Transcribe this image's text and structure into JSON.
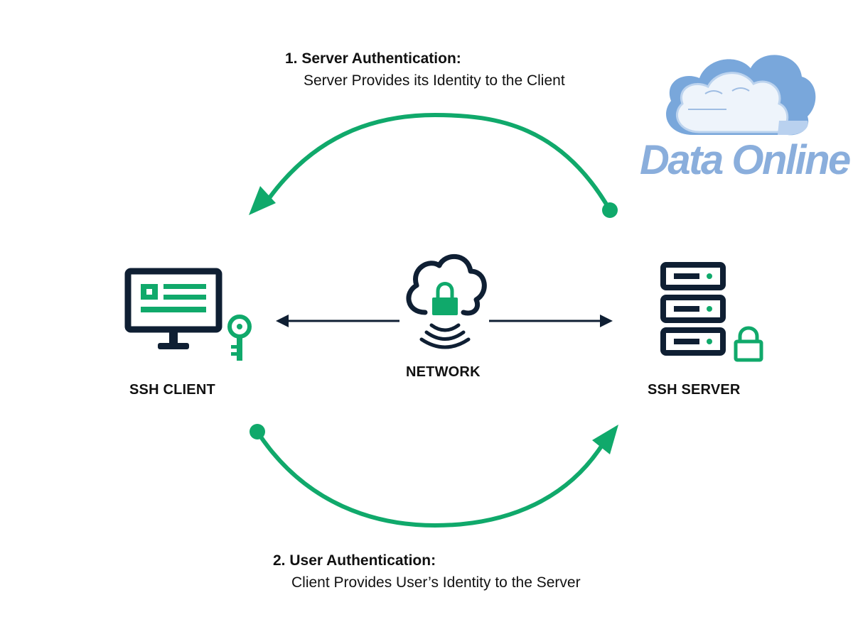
{
  "steps": [
    {
      "title": "1. Server Authentication:",
      "description": "Server Provides its Identity to the Client"
    },
    {
      "title": "2. User Authentication:",
      "description": "Client Provides User’s Identity to the Server"
    }
  ],
  "nodes": {
    "client": {
      "label": "SSH CLIENT",
      "icon": "monitor-icon",
      "badge_icon": "key-icon"
    },
    "network": {
      "label": "NETWORK",
      "icon": "cloud-lock-icon"
    },
    "server": {
      "label": "SSH SERVER",
      "icon": "server-rack-icon",
      "badge_icon": "padlock-icon"
    }
  },
  "logo": {
    "text": "Data Online",
    "icon": "cloud-icon"
  },
  "colors": {
    "accent": "#10a96b",
    "ink": "#0f1f33",
    "logo_blue": "#8aaedc",
    "logo_cloud": "#79a7db"
  }
}
